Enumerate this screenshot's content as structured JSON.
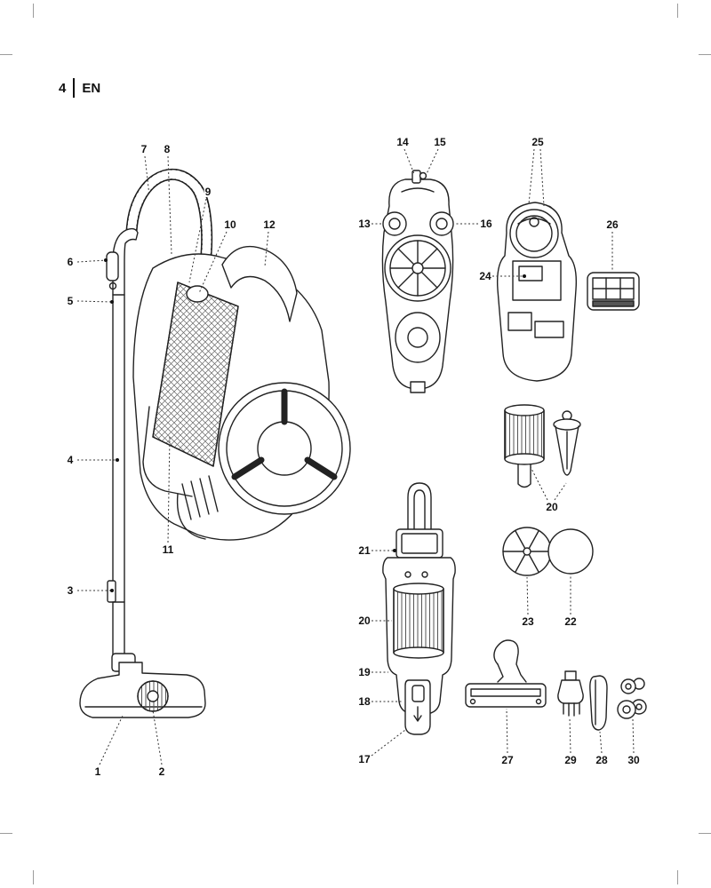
{
  "page": {
    "number": "4",
    "language": "EN"
  },
  "callouts": {
    "c1": "1",
    "c2": "2",
    "c3": "3",
    "c4": "4",
    "c5": "5",
    "c6": "6",
    "c7": "7",
    "c8": "8",
    "c9": "9",
    "c10": "10",
    "c11": "11",
    "c12": "12",
    "c13": "13",
    "c14": "14",
    "c15": "15",
    "c16": "16",
    "c17": "17",
    "c18": "18",
    "c19": "19",
    "c20a": "20",
    "c20b": "20",
    "c21": "21",
    "c22": "22",
    "c23": "23",
    "c24": "24",
    "c25": "25",
    "c26": "26",
    "c27": "27",
    "c28": "28",
    "c29": "29",
    "c30": "30"
  }
}
